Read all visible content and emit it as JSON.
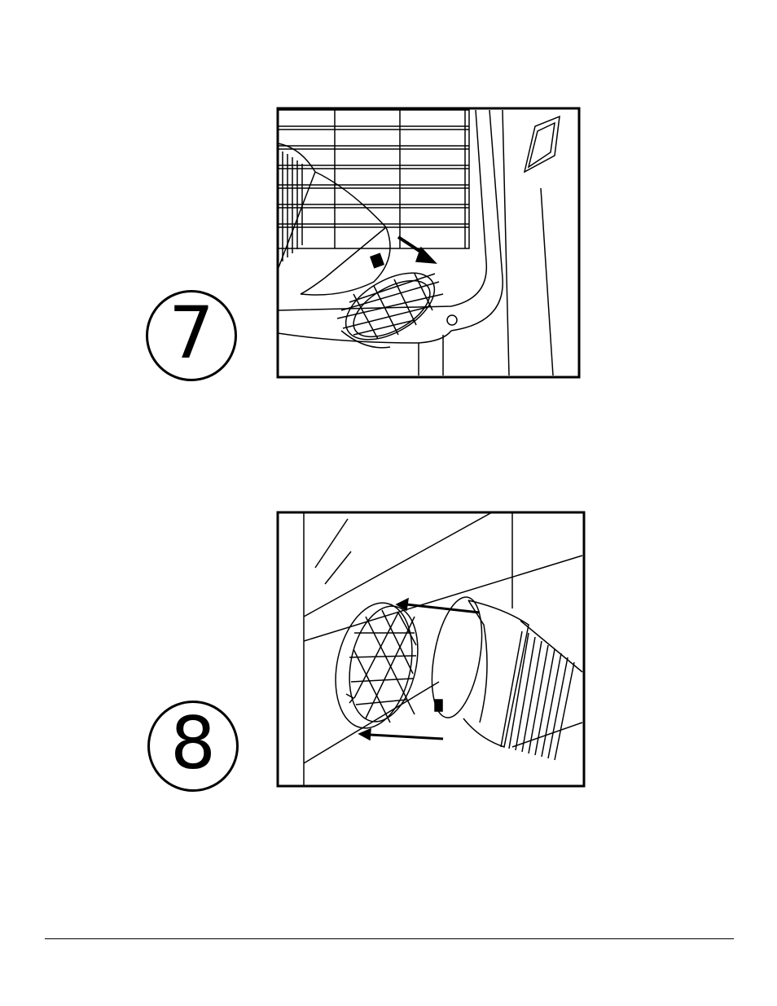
{
  "steps": [
    {
      "number": "7",
      "figure": "filter-removal-illustration"
    },
    {
      "number": "8",
      "figure": "filter-reinsert-illustration"
    }
  ],
  "colors": {
    "ink": "#000000",
    "paper": "#ffffff"
  }
}
